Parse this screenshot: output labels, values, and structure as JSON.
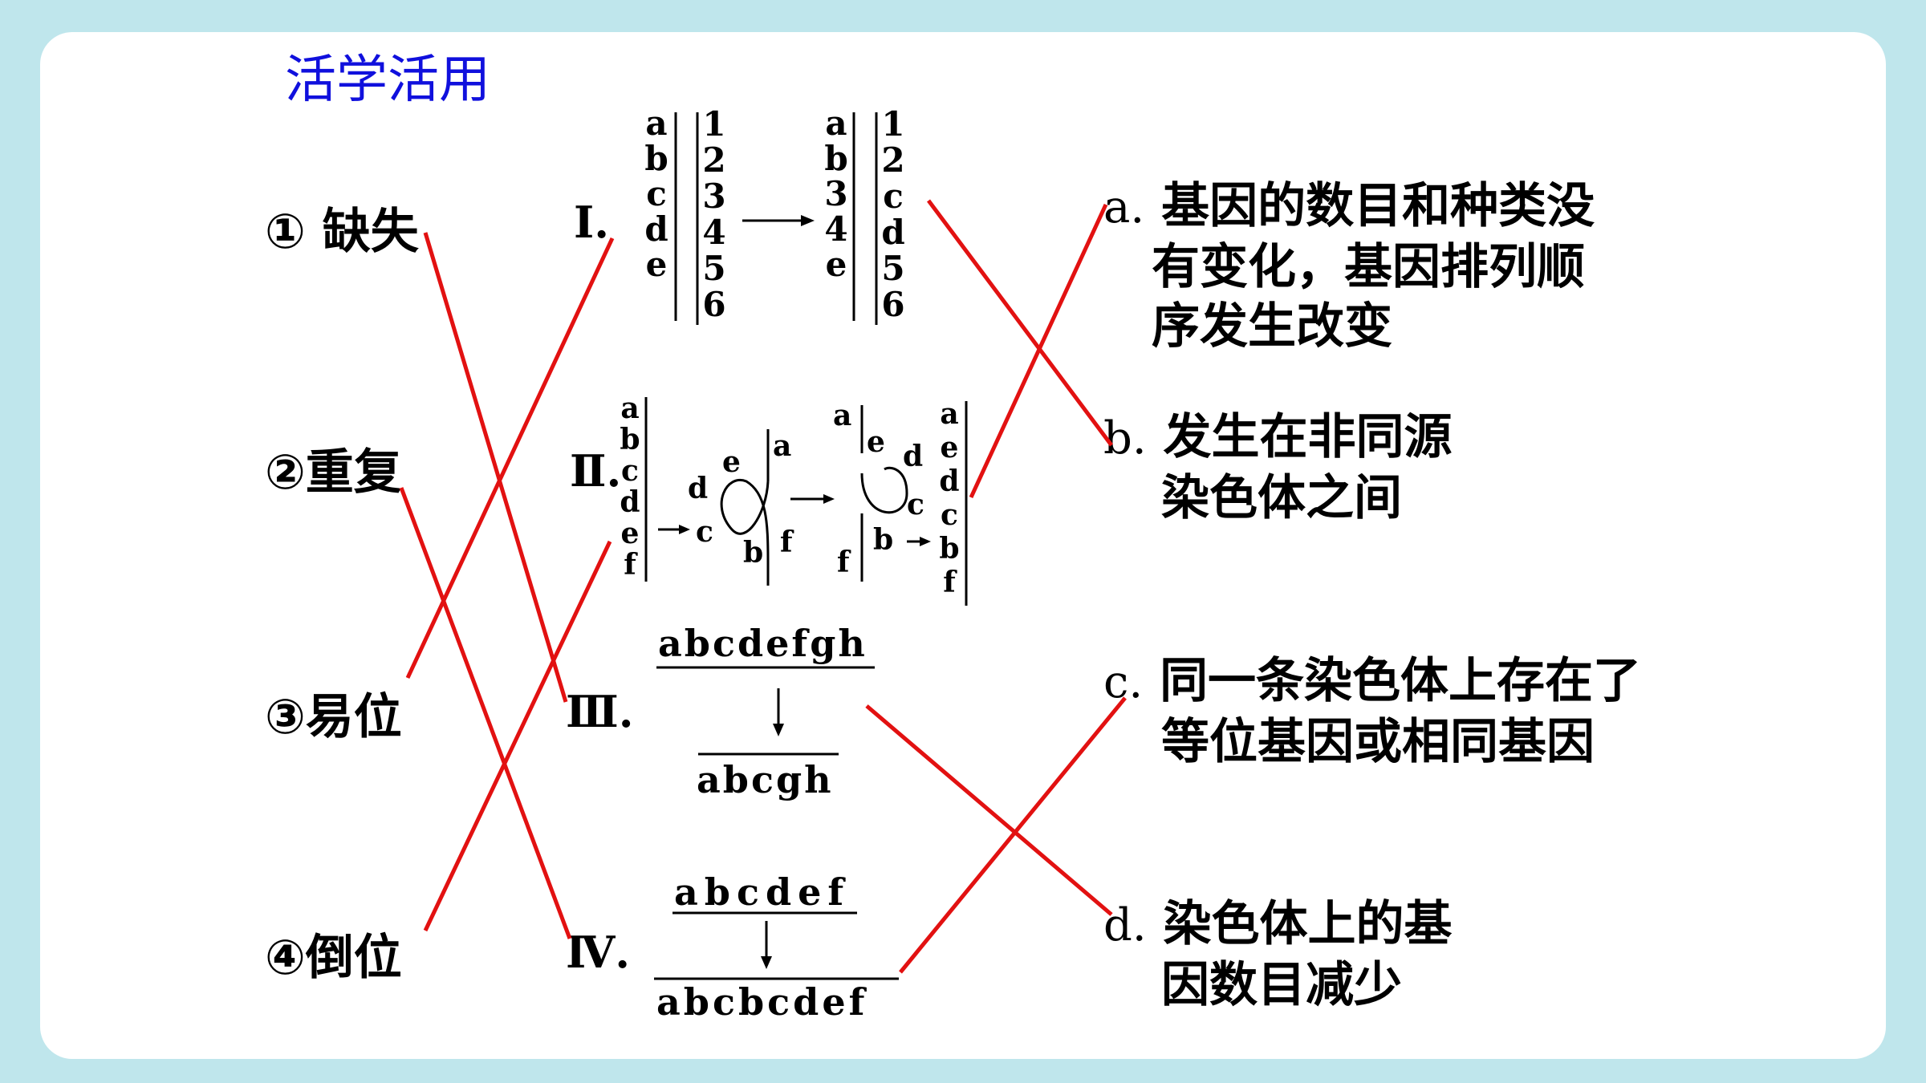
{
  "title": "活学活用",
  "mutations": [
    {
      "label": "① 缺失"
    },
    {
      "label": "②重复"
    },
    {
      "label": "③易位"
    },
    {
      "label": "④倒位"
    }
  ],
  "diagrams": {
    "I": {
      "numeral": "Ⅰ.",
      "before_left": [
        "a",
        "b",
        "c",
        "d",
        "e"
      ],
      "before_right": [
        "1",
        "2",
        "3",
        "4",
        "5",
        "6"
      ],
      "after_left": [
        "a",
        "b",
        "3",
        "4",
        "e"
      ],
      "after_right": [
        "1",
        "2",
        "c",
        "d",
        "5",
        "6"
      ]
    },
    "II": {
      "numeral": "Ⅱ.",
      "before": [
        "a",
        "b",
        "c",
        "d",
        "e",
        "f"
      ],
      "loop": {
        "a": "a",
        "b": "b",
        "c": "c",
        "d": "d",
        "e": "e",
        "f": "f"
      },
      "open": {
        "a": "a",
        "b": "b",
        "c": "c",
        "d": "d",
        "e": "e",
        "f": "f"
      },
      "after": [
        "a",
        "e",
        "d",
        "c",
        "b",
        "f"
      ]
    },
    "III": {
      "numeral": "Ⅲ.",
      "top": "abcdefgh",
      "bottom": "abcgh"
    },
    "IV": {
      "numeral": "Ⅳ.",
      "top": "abcdef",
      "bottom": "abcbcdef"
    }
  },
  "descriptions": [
    {
      "letter": "a.",
      "lines": [
        "基因的数目和种类没",
        "有变化，基因排列顺",
        "序发生改变"
      ]
    },
    {
      "letter": "b.",
      "lines": [
        "发生在非同源",
        "染色体之间"
      ]
    },
    {
      "letter": "c.",
      "lines": [
        "同一条染色体上存在了",
        "等位基因或相同基因"
      ]
    },
    {
      "letter": "d.",
      "lines": [
        "染色体上的基",
        "因数目减少"
      ]
    }
  ],
  "colors": {
    "background": "#bfe6ec",
    "card": "#ffffff",
    "title": "#1010dd",
    "lines": "#e21111"
  }
}
